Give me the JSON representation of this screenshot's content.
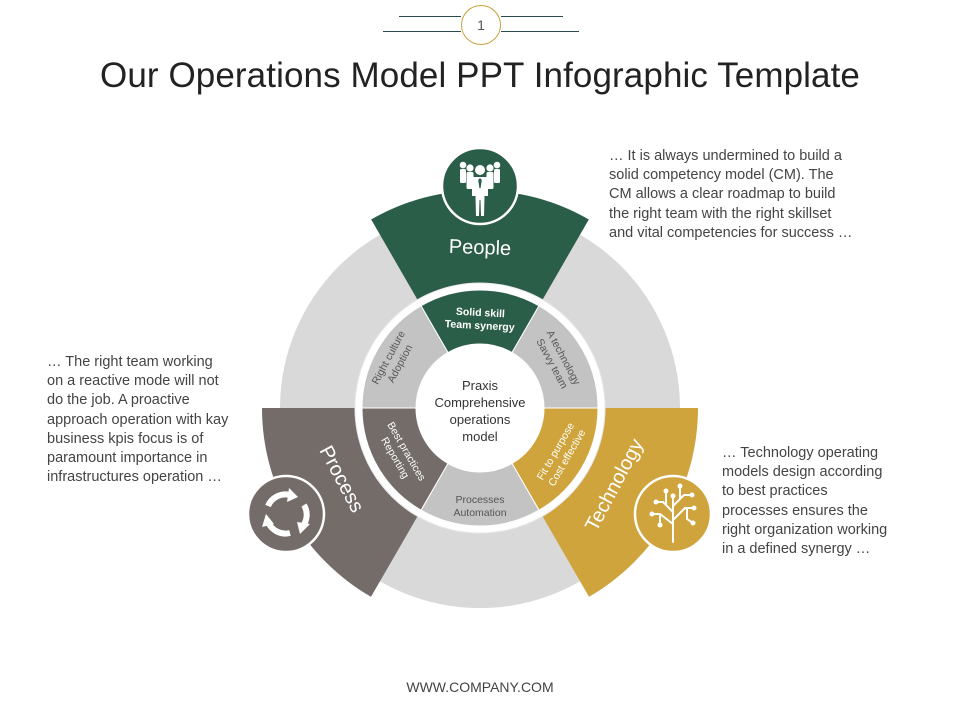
{
  "page_number": "1",
  "title": "Our Operations Model PPT Infographic Template",
  "colors": {
    "people": "#2b5e48",
    "process": "#736c69",
    "technology": "#cfa43c",
    "ring": "#d9d9d9",
    "inner": "#c4c3c3",
    "title_accent": "#c9a13a"
  },
  "segments": {
    "people": {
      "label": "People",
      "icon": "team-icon"
    },
    "process": {
      "label": "Process",
      "icon": "cycle-arrows-icon"
    },
    "technology": {
      "label": "Technology",
      "icon": "circuit-tree-icon"
    }
  },
  "inner_ring": {
    "top": [
      "Solid skill",
      "Team synergy"
    ],
    "upper_right": [
      "A technology",
      "Savvy team"
    ],
    "lower_right": [
      "Fit to purpose",
      "Cost effective"
    ],
    "bottom": [
      "Processes",
      "Automation"
    ],
    "lower_left": [
      "Best practices",
      "Reporting"
    ],
    "upper_left": [
      "Right culture",
      "Adoption"
    ]
  },
  "center": [
    "Praxis",
    "Comprehensive",
    "operations",
    "model"
  ],
  "descriptions": {
    "people": "… It is always undermined to build a\nsolid competency model (CM). The\nCM allows a clear roadmap to build\nthe right team with the right skillset\nand vital competencies for success …",
    "process": "… The right team working\non a reactive mode will not\ndo the job. A proactive\napproach operation with kay\nbusiness kpis focus is of\nparamount importance in\ninfrastructures operation …",
    "technology": "… Technology operating\nmodels design according\nto best practices\nprocesses ensures the\nright organization working\nin a defined synergy …"
  },
  "footer": "WWW.COMPANY.COM"
}
